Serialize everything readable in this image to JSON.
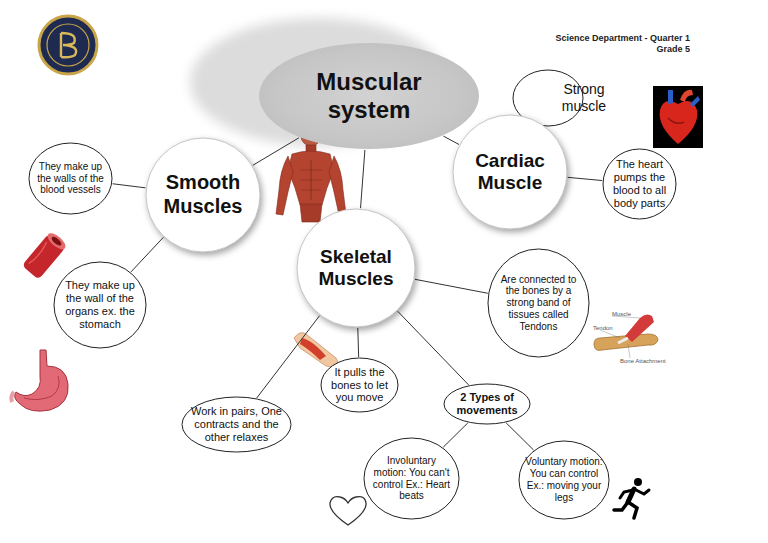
{
  "diagram": {
    "nodes": [
      {
        "text": [
          "Muscular system"
        ]
      },
      {
        "text": [
          "Strong muscle"
        ]
      },
      {
        "text": [
          "They make up the walls of the blood vessels"
        ]
      },
      {
        "text": [
          "Smooth Muscles"
        ]
      },
      {
        "text": [
          "Cardiac Muscle"
        ]
      },
      {
        "text": [
          "The heart pumps the blood to all body parts"
        ]
      },
      {
        "text": [
          "Skeletal Muscles"
        ]
      },
      {
        "text": [
          "Are connected to the bones by a strong band of tissues called Tendons"
        ]
      },
      {
        "text": [
          "They make up the wall of the organs ex. the stomach"
        ]
      },
      {
        "text": [
          "It pulls the bones to let you move"
        ]
      },
      {
        "text": [
          "2 Types of movements"
        ]
      },
      {
        "text": [
          "Work in pairs, One contracts and the other relaxes"
        ]
      },
      {
        "text": [
          "Involuntary motion: You can't control Ex.: Heart beats"
        ]
      },
      {
        "text": [
          "Voluntary motion: You can control Ex.: moving your legs"
        ]
      }
    ],
    "edges": [
      {
        "from": 0,
        "to": 3,
        "arrow": "none"
      },
      {
        "from": 0,
        "to": 4,
        "arrow": "none"
      },
      {
        "from": 0,
        "to": 6,
        "arrow": "none"
      },
      {
        "from": 3,
        "to": 2,
        "arrow": "none"
      },
      {
        "from": 3,
        "to": 8,
        "arrow": "none"
      },
      {
        "from": 4,
        "to": 1,
        "arrow": "none"
      },
      {
        "from": 4,
        "to": 5,
        "arrow": "none"
      },
      {
        "from": 6,
        "to": 7,
        "arrow": "none"
      },
      {
        "from": 6,
        "to": 9,
        "arrow": "none"
      },
      {
        "from": 6,
        "to": 11,
        "arrow": "none"
      },
      {
        "from": 6,
        "to": 10,
        "arrow": "none"
      },
      {
        "from": 10,
        "to": 12,
        "arrow": "none"
      },
      {
        "from": 10,
        "to": 13,
        "arrow": "none"
      }
    ],
    "labels": [
      "Science Department - Quarter 1",
      "Grade 5",
      "Muscle",
      "Tendon",
      "Bone Attachment"
    ]
  }
}
